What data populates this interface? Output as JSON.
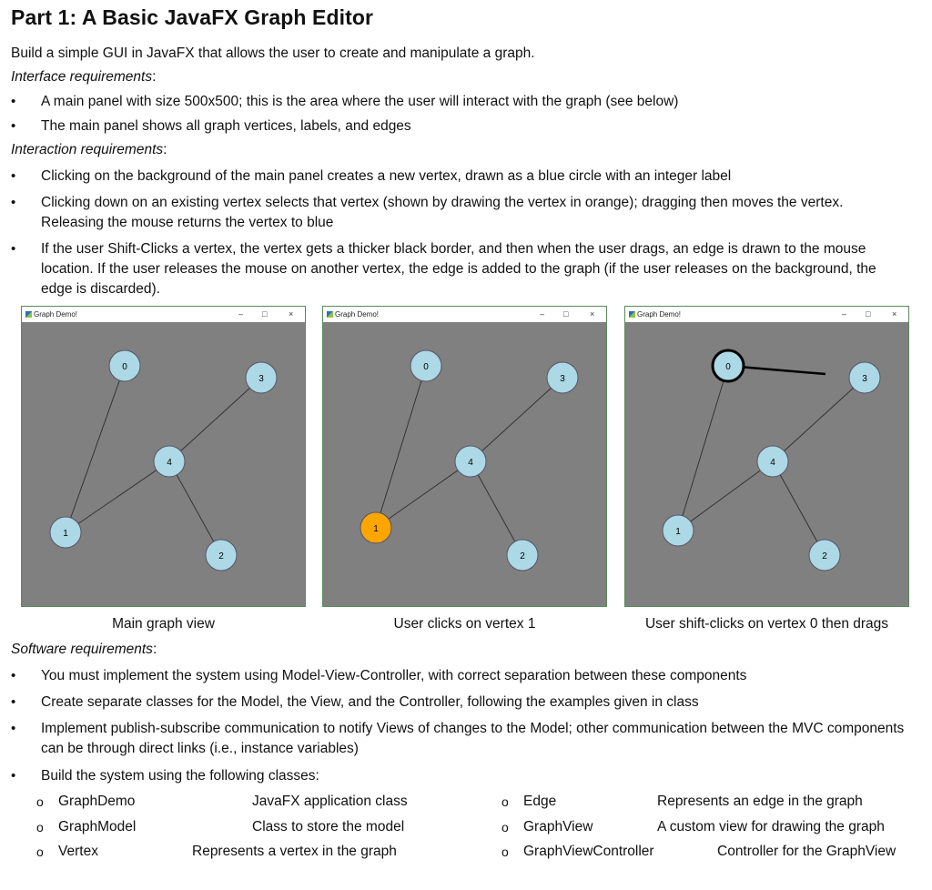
{
  "title": "Part 1: A Basic JavaFX Graph Editor",
  "intro": "Build a simple GUI in JavaFX that allows the user to create and manipulate a graph.",
  "interface_heading": "Interface requirements",
  "interface_items": [
    "A main panel with size 500x500; this is the area where the user will interact with the graph (see below)",
    "The main panel shows all graph vertices, labels, and edges"
  ],
  "interaction_heading": "Interaction requirements",
  "interaction_items": [
    "Clicking on the background of the main panel creates a new vertex, drawn as a blue circle with an integer label",
    "Clicking down on an existing vertex selects that vertex (shown by drawing the vertex in orange); dragging then moves the vertex. Releasing the mouse returns the vertex to blue",
    "If the user Shift-Clicks a vertex, the vertex gets a thicker black border, and then when the user drags, an edge is drawn to the mouse location. If the user releases the mouse on another vertex, the edge is added to the graph (if the user releases on the background, the edge is discarded)."
  ],
  "screenshots": [
    {
      "window_title": "Graph Demo!",
      "caption": "Main graph view"
    },
    {
      "window_title": "Graph Demo!",
      "caption": "User clicks on vertex 1"
    },
    {
      "window_title": "Graph Demo!",
      "caption": "User shift-clicks on vertex 0 then drags"
    }
  ],
  "window_controls": {
    "minimize": "–",
    "maximize": "□",
    "close": "×"
  },
  "graph": {
    "vertex_labels": [
      "0",
      "1",
      "2",
      "3",
      "4"
    ],
    "edges": [
      [
        "0",
        "1"
      ],
      [
        "1",
        "4"
      ],
      [
        "4",
        "3"
      ],
      [
        "4",
        "2"
      ]
    ],
    "colors": {
      "vertex": "#add8e6",
      "selected": "#ffa500",
      "edge": "#333333",
      "background": "#808080"
    }
  },
  "software_heading": "Software requirements",
  "software_items": [
    "You must implement the system using Model-View-Controller, with correct separation between these components",
    "Create separate classes for the Model, the View, and the Controller, following the examples given in class",
    "Implement publish-subscribe communication to notify Views of changes to the Model; other communication between the MVC components can be through direct links (i.e., instance variables)",
    "Build the system using the following classes:"
  ],
  "classes_left": [
    {
      "name": "GraphDemo",
      "desc": "JavaFX application class"
    },
    {
      "name": "GraphModel",
      "desc": "Class to store the model"
    },
    {
      "name": "Vertex",
      "desc": "Represents a vertex in the graph"
    }
  ],
  "classes_right": [
    {
      "name": "Edge",
      "desc": "Represents an edge in the graph"
    },
    {
      "name": "GraphView",
      "desc": "A custom view for drawing the graph"
    },
    {
      "name": "GraphViewController",
      "desc": "Controller for the GraphView"
    }
  ]
}
